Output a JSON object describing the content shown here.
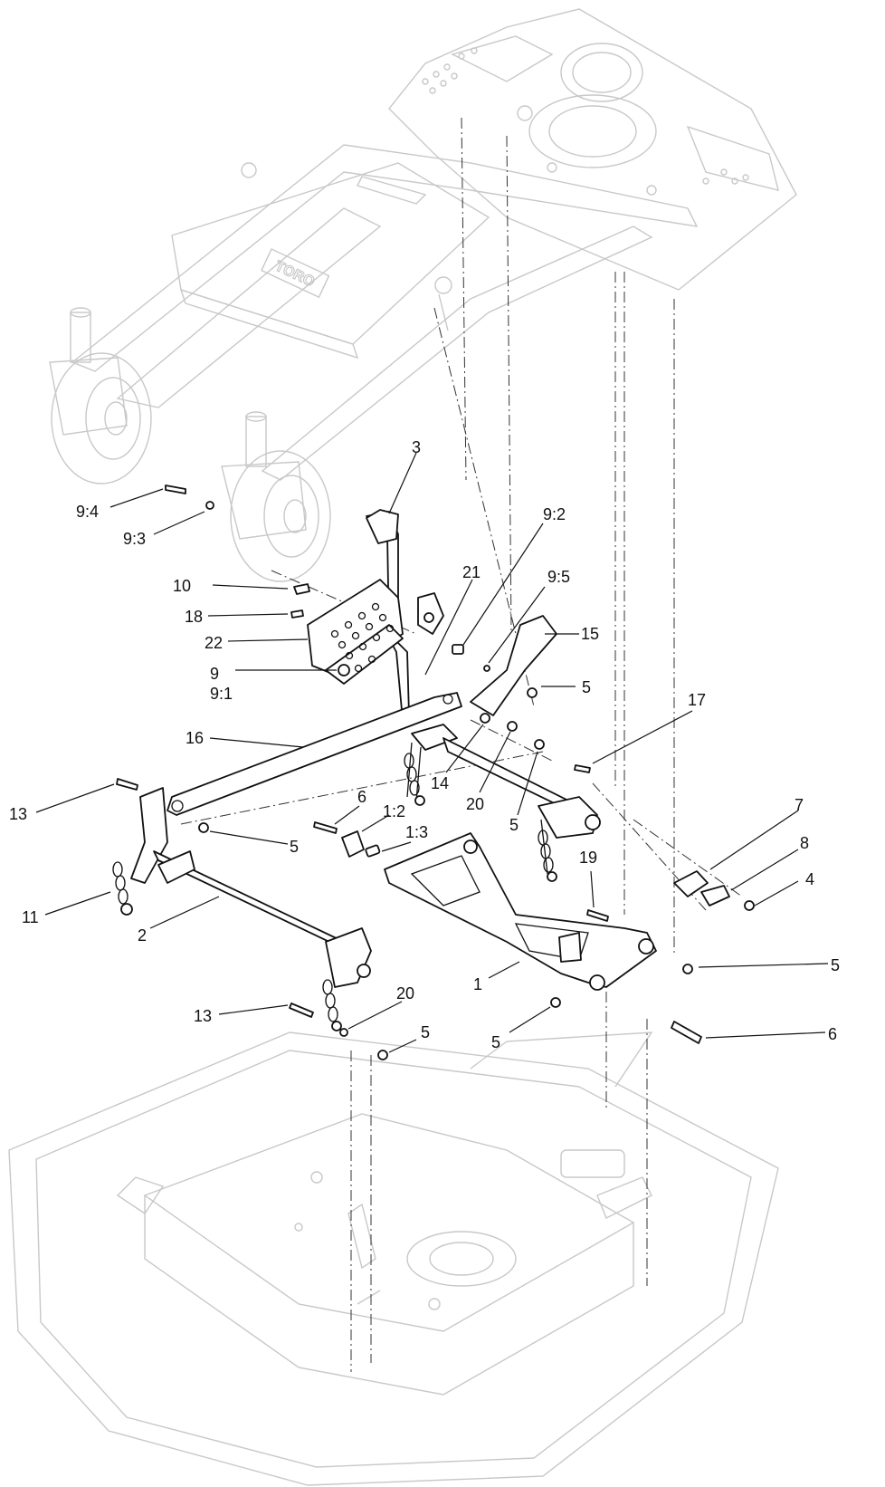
{
  "callouts": [
    {
      "id": "c-3",
      "text": "3"
    },
    {
      "id": "c-9-4",
      "text": "9:4"
    },
    {
      "id": "c-9-3",
      "text": "9:3"
    },
    {
      "id": "c-9-2",
      "text": "9:2"
    },
    {
      "id": "c-21",
      "text": "21"
    },
    {
      "id": "c-9-5",
      "text": "9:5"
    },
    {
      "id": "c-10",
      "text": "10"
    },
    {
      "id": "c-15",
      "text": "15"
    },
    {
      "id": "c-18",
      "text": "18"
    },
    {
      "id": "c-22",
      "text": "22"
    },
    {
      "id": "c-9",
      "text": "9"
    },
    {
      "id": "c-9-1",
      "text": "9:1"
    },
    {
      "id": "c-5a",
      "text": "5"
    },
    {
      "id": "c-17",
      "text": "17"
    },
    {
      "id": "c-16",
      "text": "16"
    },
    {
      "id": "c-14",
      "text": "14"
    },
    {
      "id": "c-13a",
      "text": "13"
    },
    {
      "id": "c-20a",
      "text": "20"
    },
    {
      "id": "c-6a",
      "text": "6"
    },
    {
      "id": "c-1-2",
      "text": "1:2"
    },
    {
      "id": "c-7",
      "text": "7"
    },
    {
      "id": "c-5b",
      "text": "5"
    },
    {
      "id": "c-5c",
      "text": "5"
    },
    {
      "id": "c-1-3",
      "text": "1:3"
    },
    {
      "id": "c-8",
      "text": "8"
    },
    {
      "id": "c-19",
      "text": "19"
    },
    {
      "id": "c-4",
      "text": "4"
    },
    {
      "id": "c-11",
      "text": "11"
    },
    {
      "id": "c-2",
      "text": "2"
    },
    {
      "id": "c-1",
      "text": "1"
    },
    {
      "id": "c-5d",
      "text": "5"
    },
    {
      "id": "c-13b",
      "text": "13"
    },
    {
      "id": "c-20b",
      "text": "20"
    },
    {
      "id": "c-5e",
      "text": "5"
    },
    {
      "id": "c-5f",
      "text": "5"
    },
    {
      "id": "c-6b",
      "text": "6"
    }
  ],
  "logo_text": "TORO"
}
